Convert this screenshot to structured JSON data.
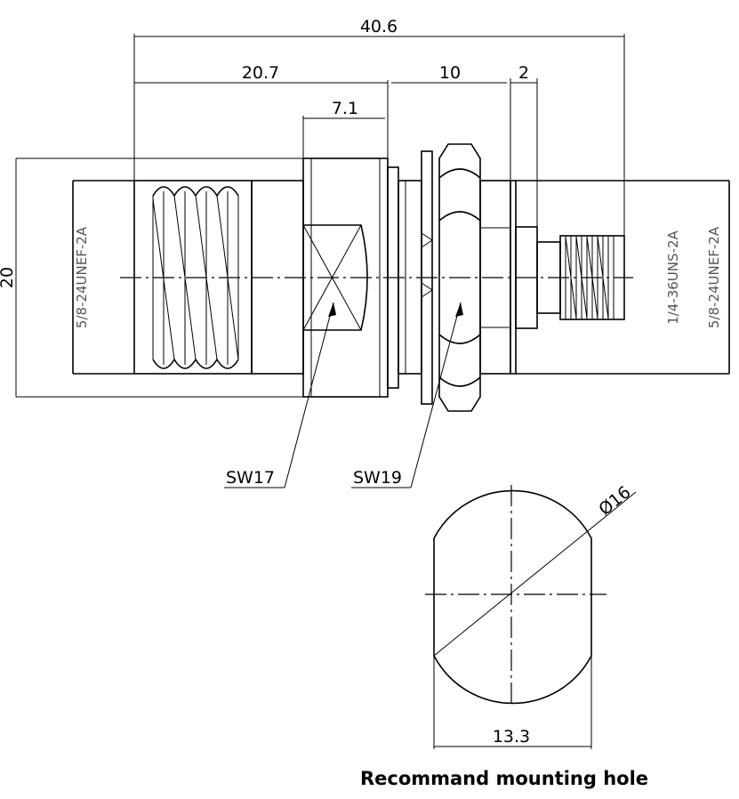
{
  "dimensions": {
    "overall_length": "40.6",
    "body_length": "20.7",
    "hex_length": "7.1",
    "nut_length": "10",
    "flange_thickness": "2",
    "height": "20"
  },
  "thread_labels": {
    "left_thread": "5/8-24UNEF-2A",
    "small_thread": "1/4-36UNS-2A",
    "right_thread": "5/8-24UNEF-2A"
  },
  "wrench_labels": {
    "hex_body": "SW17",
    "hex_nut": "SW19"
  },
  "mounting_hole": {
    "diameter": "Ø16",
    "flat_width": "13.3",
    "caption": "Recommand mounting hole"
  }
}
